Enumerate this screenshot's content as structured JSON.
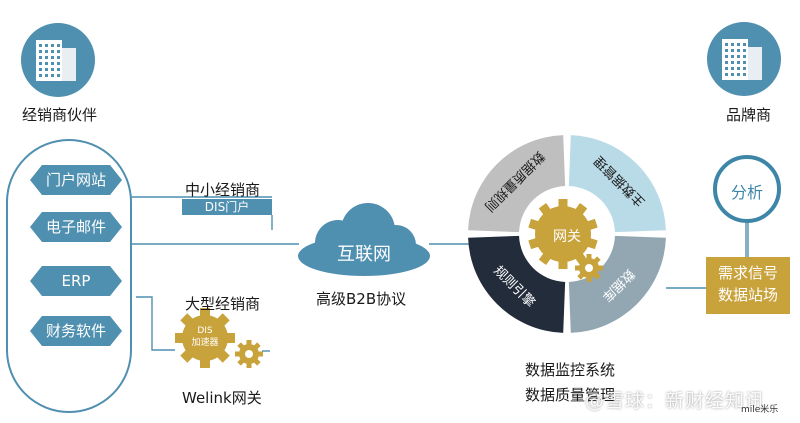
{
  "left_party": {
    "label": "经销商伙伴"
  },
  "right_party": {
    "label": "品牌商"
  },
  "channels": [
    {
      "label": "门户网站"
    },
    {
      "label": "电子邮件"
    },
    {
      "label": "ERP"
    },
    {
      "label": "财务软件"
    }
  ],
  "small_dealer": {
    "label": "中小经销商",
    "portal_label": "DIS门户"
  },
  "large_dealer": {
    "label": "大型经销商",
    "accel_label_1": "DIS",
    "accel_label_2": "加速器",
    "gateway_label": "Welink网关"
  },
  "cloud": {
    "label": "互联网",
    "protocol": "高级B2B协议"
  },
  "ring": {
    "segments": [
      {
        "label": "数据质量规则"
      },
      {
        "label": "主数据管理"
      },
      {
        "label": "数据库"
      },
      {
        "label": "规则引擎"
      }
    ],
    "center_label": "网关",
    "caption_1": "数据监控系统",
    "caption_2": "数据质量管理"
  },
  "analysis": {
    "label": "分析"
  },
  "demand": {
    "line1": "需求信号",
    "line2": "数据站场"
  },
  "watermark": {
    "text": "@雪球：新财经知讯",
    "micro": "mile米乐"
  },
  "colors": {
    "steel_blue": "#4f8fb0",
    "grey": "#bfbfbf",
    "light_blue": "#b9dbe7",
    "navy": "#222c3a",
    "slate": "#93a7b3",
    "gold": "#c8a23a",
    "teal_ring": "#3e86a8"
  }
}
